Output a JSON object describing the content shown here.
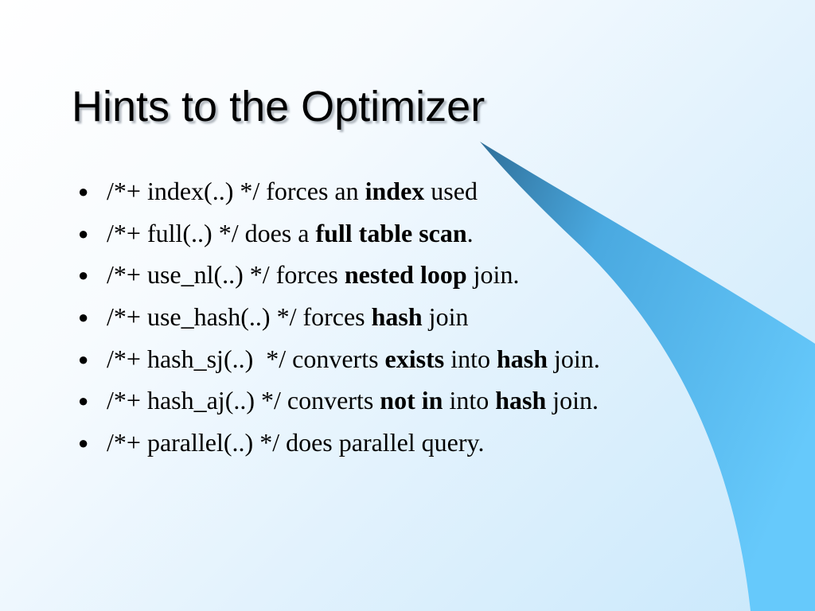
{
  "slide": {
    "title": "Hints to the Optimizer",
    "bullet_glyph": "●",
    "bullets": [
      [
        {
          "text": "/*+ index(..) */ forces an ",
          "bold": false
        },
        {
          "text": "index",
          "bold": true
        },
        {
          "text": " used",
          "bold": false
        }
      ],
      [
        {
          "text": "/*+ full(..) */ does a ",
          "bold": false
        },
        {
          "text": "full table scan",
          "bold": true
        },
        {
          "text": ".",
          "bold": false
        }
      ],
      [
        {
          "text": "/*+ use_nl(..) */ forces ",
          "bold": false
        },
        {
          "text": "nested loop",
          "bold": true
        },
        {
          "text": " join.",
          "bold": false
        }
      ],
      [
        {
          "text": "/*+ use_hash(..) */ forces ",
          "bold": false
        },
        {
          "text": "hash",
          "bold": true
        },
        {
          "text": " join",
          "bold": false
        }
      ],
      [
        {
          "text": "/*+ hash_sj(..)  */ converts ",
          "bold": false
        },
        {
          "text": "exists",
          "bold": true
        },
        {
          "text": " into ",
          "bold": false
        },
        {
          "text": "hash",
          "bold": true
        },
        {
          "text": " join.",
          "bold": false
        }
      ],
      [
        {
          "text": "/*+ hash_aj(..) */ converts ",
          "bold": false
        },
        {
          "text": "not in",
          "bold": true
        },
        {
          "text": " into ",
          "bold": false
        },
        {
          "text": "hash",
          "bold": true
        },
        {
          "text": " join.",
          "bold": false
        }
      ],
      [
        {
          "text": "/*+ parallel(..) */ does parallel query.",
          "bold": false
        }
      ]
    ]
  },
  "colors": {
    "swoosh_dark": "#2f6f99",
    "swoosh_mid": "#4aa9e0",
    "swoosh_light": "#66c9fb",
    "text": "#000000"
  }
}
